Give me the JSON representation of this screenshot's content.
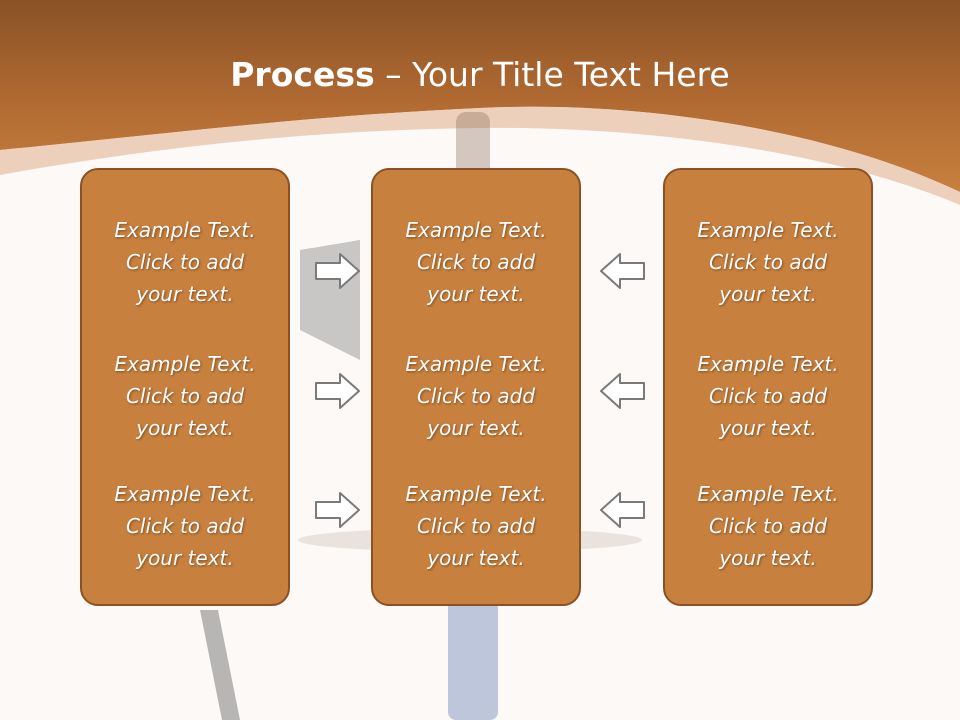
{
  "title": {
    "bold": "Process",
    "dash": " – ",
    "rest": "Your Title Text Here"
  },
  "colors": {
    "header": "#bf7433",
    "box_fill": "#c8803f",
    "box_border": "#8a5224",
    "arrow_stroke": "#7a7a7a",
    "background": "#fcf9f6"
  },
  "columns": [
    {
      "items": [
        {
          "line1": "Example Text.",
          "line2": "Click  to add",
          "line3": "your text."
        },
        {
          "line1": "Example Text.",
          "line2": "Click  to add",
          "line3": "your text."
        },
        {
          "line1": "Example Text.",
          "line2": "Click  to add",
          "line3": "your text."
        }
      ]
    },
    {
      "items": [
        {
          "line1": "Example Text.",
          "line2": "Click  to add",
          "line3": "your text."
        },
        {
          "line1": "Example Text.",
          "line2": "Click  to add",
          "line3": "your text."
        },
        {
          "line1": "Example Text.",
          "line2": "Click  to add",
          "line3": "your text."
        }
      ]
    },
    {
      "items": [
        {
          "line1": "Example Text.",
          "line2": "Click  to add",
          "line3": "your text."
        },
        {
          "line1": "Example Text.",
          "line2": "Click  to add",
          "line3": "your text."
        },
        {
          "line1": "Example Text.",
          "line2": "Click  to add",
          "line3": "your text."
        }
      ]
    }
  ],
  "arrows": {
    "left_set": "arrow-right-icon",
    "right_set": "arrow-left-icon"
  }
}
